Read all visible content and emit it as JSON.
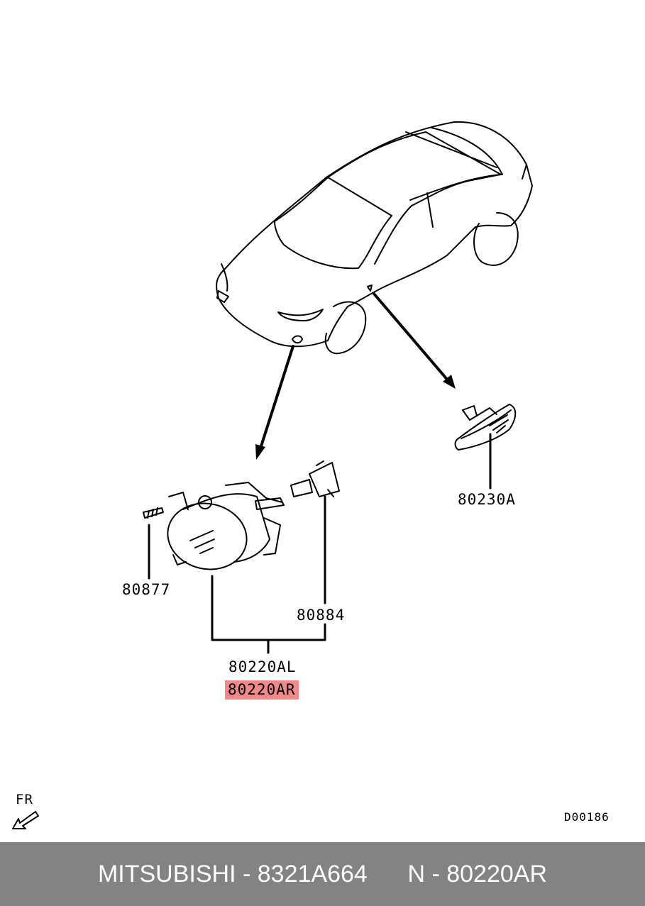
{
  "diagram": {
    "parts": {
      "side_lamp": "80230A",
      "screw": "80877",
      "bulb": "80884",
      "fog_lamp_left": "80220AL",
      "fog_lamp_right": "80220AR"
    },
    "highlight_color": "#f08a8a",
    "fr_label": "FR",
    "diagram_code": "D00186"
  },
  "footer": {
    "text": "MITSUBISHI - 8321A664      N - 80220AR",
    "background": "#838383"
  }
}
